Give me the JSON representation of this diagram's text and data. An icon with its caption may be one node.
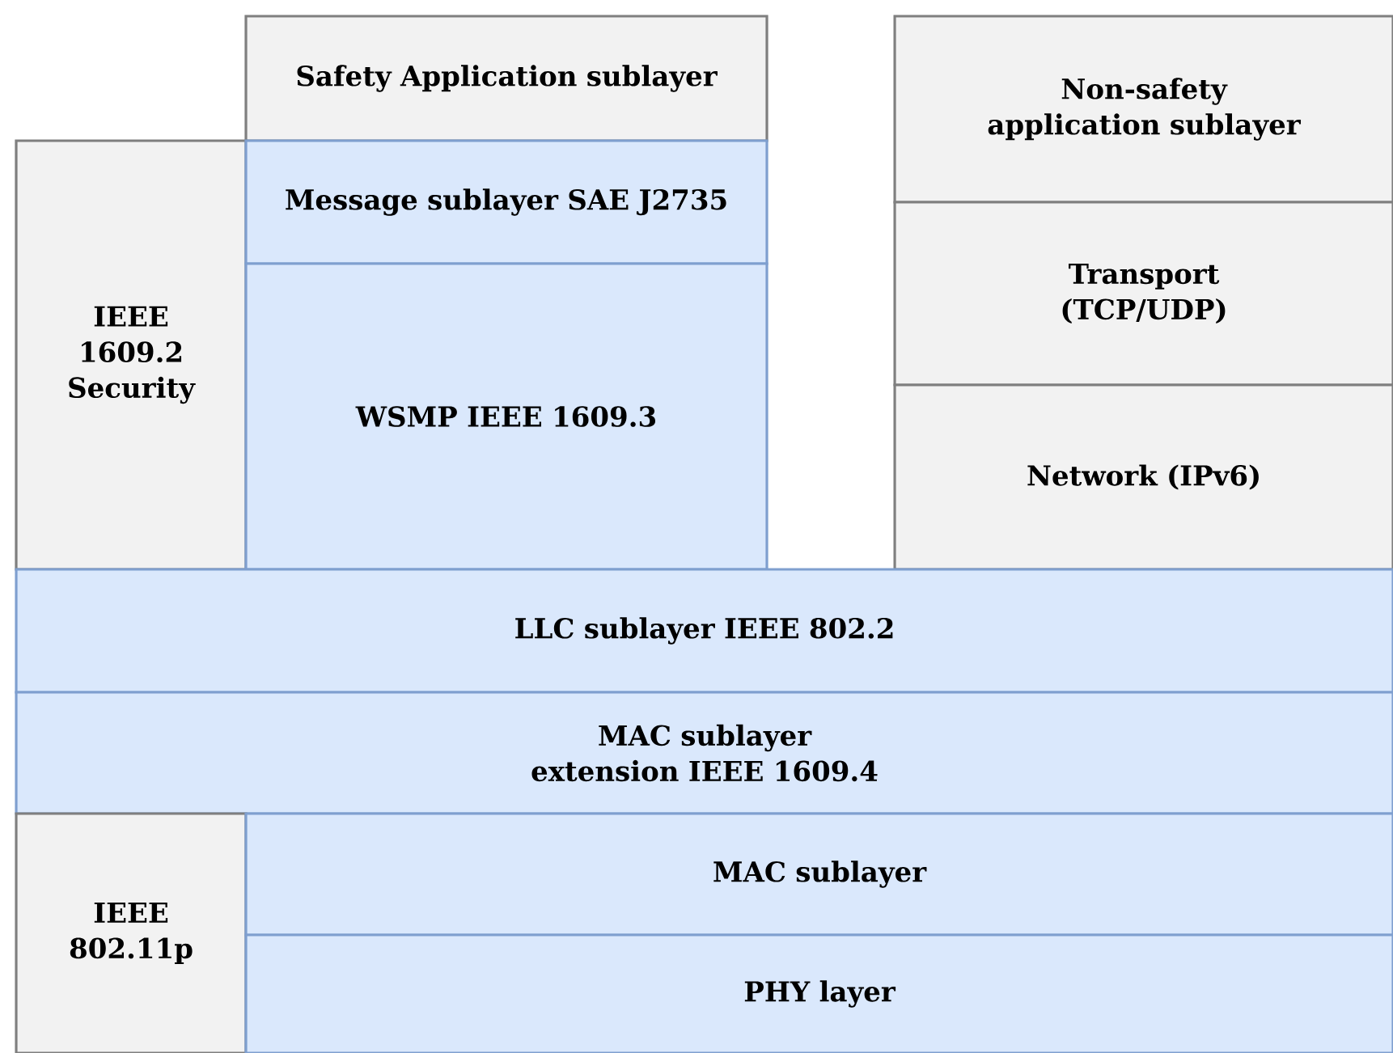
{
  "diagram": {
    "nodes": [
      {
        "text": [
          "Safety Application sublayer"
        ]
      },
      {
        "text": [
          "Non-safety application sublayer"
        ]
      },
      {
        "text": [
          "IEEE 1609.2 Security"
        ]
      },
      {
        "text": [
          "Message sublayer SAE J2735"
        ]
      },
      {
        "text": [
          "Transport (TCP/UDP)"
        ]
      },
      {
        "text": [
          "WSMP IEEE 1609.3"
        ]
      },
      {
        "text": [
          "Network (IPv6)"
        ]
      },
      {
        "text": [
          "LLC sublayer IEEE 802.2"
        ]
      },
      {
        "text": [
          "MAC sublayer extension IEEE 1609.4"
        ]
      },
      {
        "text": [
          "IEEE 802.11p"
        ]
      },
      {
        "text": [
          "MAC sublayer"
        ]
      },
      {
        "text": [
          "PHY layer"
        ]
      }
    ]
  }
}
